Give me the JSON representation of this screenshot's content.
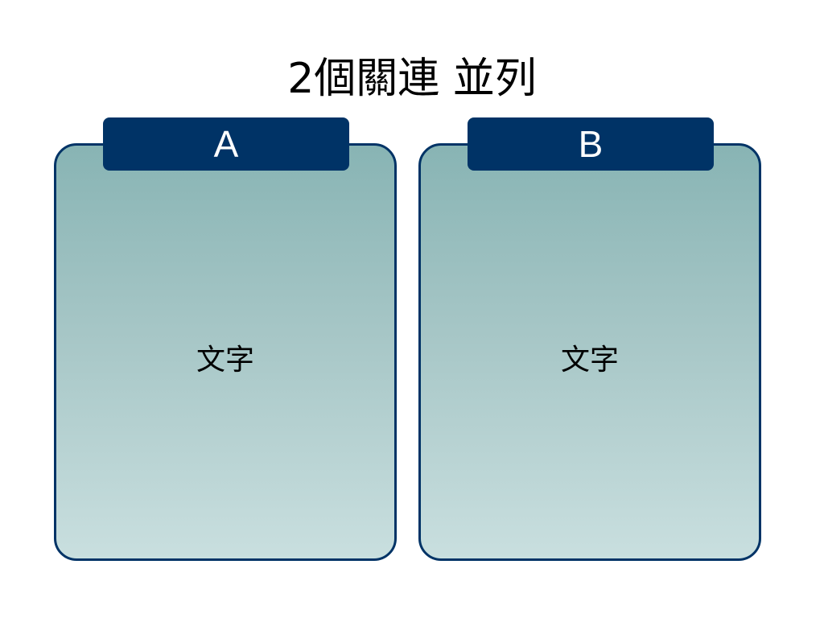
{
  "title": "2個關連  並列",
  "colors": {
    "header": "#003366",
    "border": "#003366",
    "panel_gradient_top": "#88b4b4",
    "panel_gradient_bottom": "#c9dfdf"
  },
  "panels": [
    {
      "header": "A",
      "text": "文字"
    },
    {
      "header": "B",
      "text": "文字"
    }
  ]
}
